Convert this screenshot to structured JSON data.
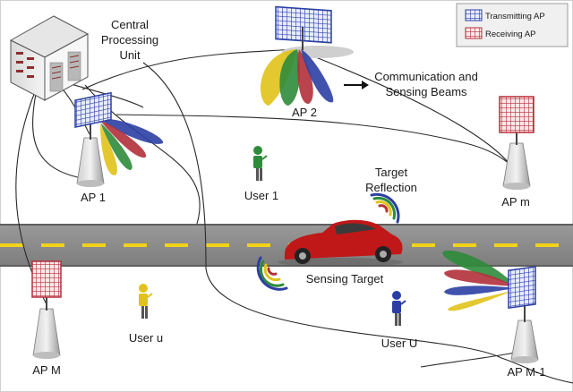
{
  "legend": {
    "transmitting_label": "Transmitting AP",
    "receiving_label": "Receiving AP",
    "transmitting_color": "#2b3fa3",
    "receiving_color": "#b3303a"
  },
  "cpu": {
    "line1": "Central",
    "line2": "Processing",
    "line3": "Unit"
  },
  "beams_note": {
    "line1": "Communication and",
    "line2": "Sensing Beams"
  },
  "aps": {
    "ap1": "AP 1",
    "ap2": "AP 2",
    "apm": "AP m",
    "apM": "AP M",
    "apM1": "AP M-1"
  },
  "users": {
    "user1": "User 1",
    "useru": "User u",
    "userU": "User U"
  },
  "target_reflection": {
    "line1": "Target",
    "line2": "Reflection"
  },
  "sensing_target": "Sensing Target",
  "colors": {
    "road": "#8a8a8a",
    "lane": "#f2d21b",
    "car": "#c01818",
    "beam_blue": "#2b3fa3",
    "beam_green": "#2e8b3a",
    "beam_yellow": "#e0c21a",
    "beam_red": "#b3303a"
  }
}
